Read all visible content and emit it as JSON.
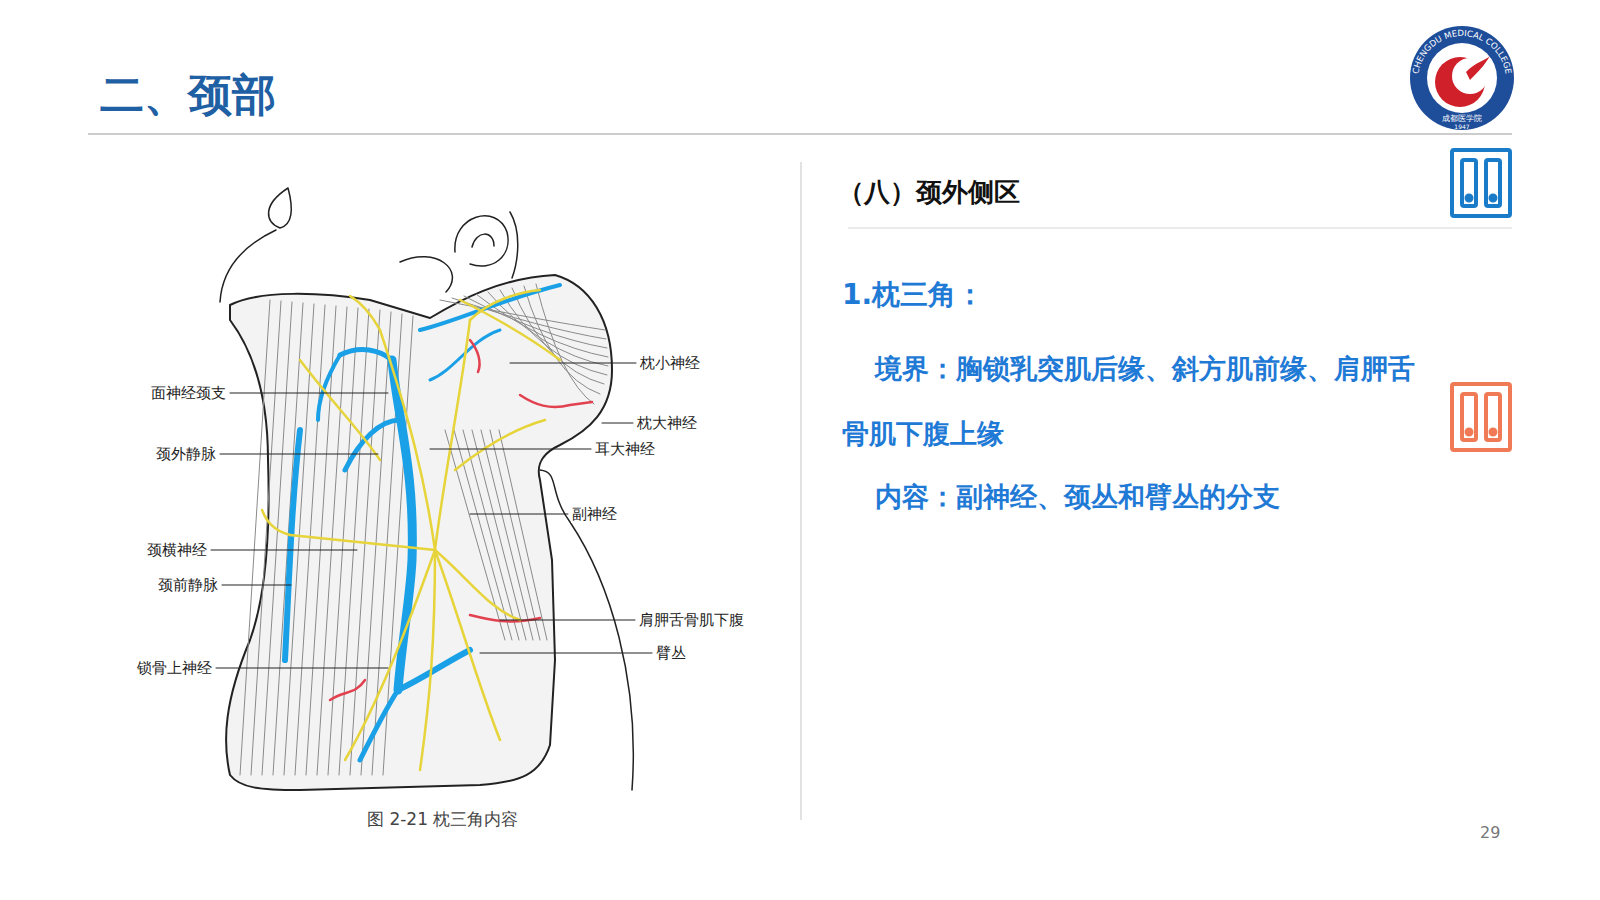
{
  "diagram": {
    "title": "二、颈部",
    "caption": "图 2-21 枕三角内容",
    "labels": [
      "（八）颈外侧区",
      "1.枕三角：",
      "境界：胸锁乳突肌后缘、斜方肌前缘、肩胛舌骨肌下腹上缘",
      "内容：副神经、颈丛和臂丛的分支",
      "枕小神经",
      "面神经颈支",
      "枕大神经",
      "耳大神经",
      "颈外静脉",
      "副神经",
      "颈横神经",
      "颈前静脉",
      "肩胛舌骨肌下腹",
      "臂丛",
      "锁骨上神经",
      "29",
      "CHENGDU MEDICAL COLLEGE",
      "成都医学院",
      "1947"
    ]
  }
}
